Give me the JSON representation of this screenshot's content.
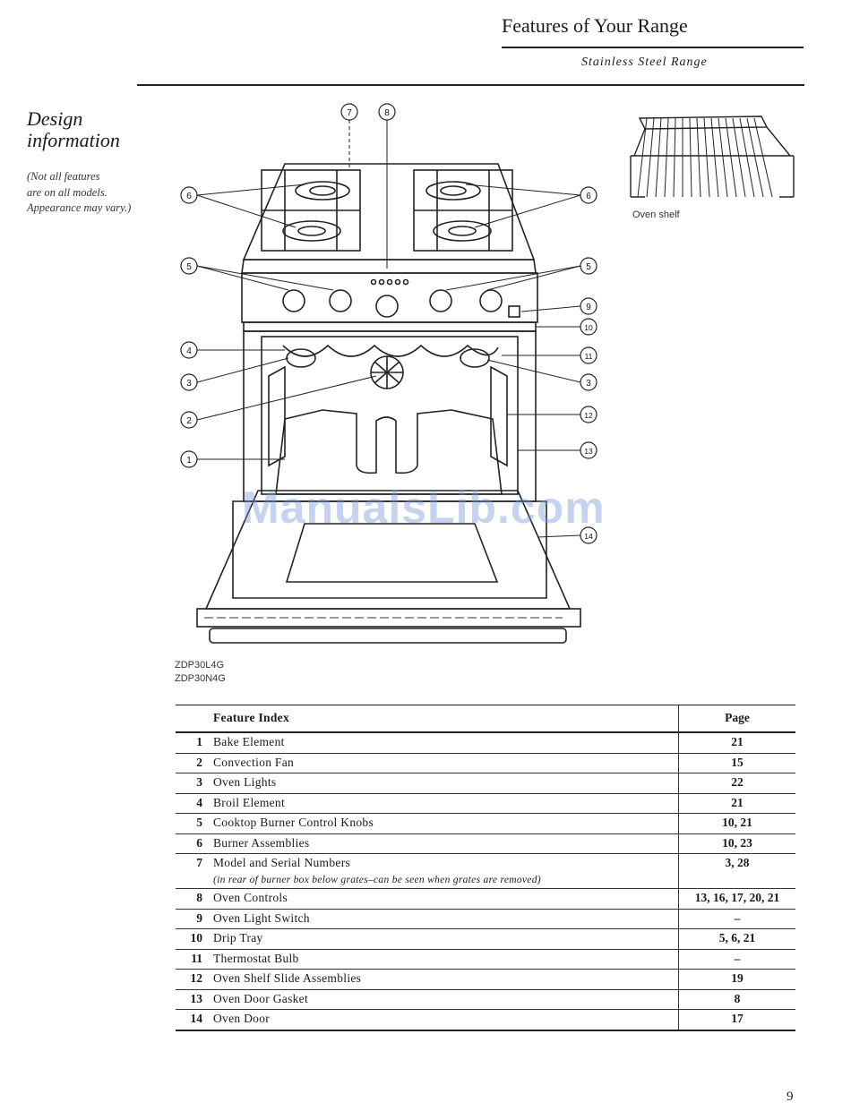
{
  "header": {
    "title": "Features of Your Range",
    "subtitle": "Stainless Steel Range"
  },
  "section": {
    "title_line1": "Design",
    "title_line2": "information",
    "note_line1": "(Not all features",
    "note_line2": "are on all models.",
    "note_line3": "Appearance may vary.)"
  },
  "figure": {
    "callouts": [
      "1",
      "2",
      "3",
      "4",
      "5",
      "6",
      "7",
      "8",
      "9",
      "10",
      "11",
      "12",
      "13",
      "14"
    ],
    "models": [
      "ZDP30L4G",
      "ZDP30N4G"
    ],
    "shelf_caption": "Oven shelf"
  },
  "watermark": "ManualsLib.com",
  "table": {
    "header_index": "Feature Index",
    "header_page": "Page",
    "rows": [
      {
        "num": "1",
        "name": "Bake Element",
        "note": "",
        "page": "21"
      },
      {
        "num": "2",
        "name": "Convection Fan",
        "note": "",
        "page": "15"
      },
      {
        "num": "3",
        "name": "Oven Lights",
        "note": "",
        "page": "22"
      },
      {
        "num": "4",
        "name": "Broil Element",
        "note": "",
        "page": "21"
      },
      {
        "num": "5",
        "name": "Cooktop Burner Control Knobs",
        "note": "",
        "page": "10, 21"
      },
      {
        "num": "6",
        "name": "Burner Assemblies",
        "note": "",
        "page": "10, 23"
      },
      {
        "num": "7",
        "name": "Model and Serial Numbers",
        "note": "(in rear of burner box below grates–can be seen when grates are removed)",
        "page": "3, 28"
      },
      {
        "num": "8",
        "name": "Oven Controls",
        "note": "",
        "page": "13, 16, 17, 20, 21"
      },
      {
        "num": "9",
        "name": "Oven Light Switch",
        "note": "",
        "page": "–"
      },
      {
        "num": "10",
        "name": "Drip Tray",
        "note": "",
        "page": "5, 6, 21"
      },
      {
        "num": "11",
        "name": "Thermostat Bulb",
        "note": "",
        "page": "–"
      },
      {
        "num": "12",
        "name": "Oven Shelf Slide Assemblies",
        "note": "",
        "page": "19"
      },
      {
        "num": "13",
        "name": "Oven Door Gasket",
        "note": "",
        "page": "8"
      },
      {
        "num": "14",
        "name": "Oven Door",
        "note": "",
        "page": "17"
      }
    ]
  },
  "page_number": "9"
}
